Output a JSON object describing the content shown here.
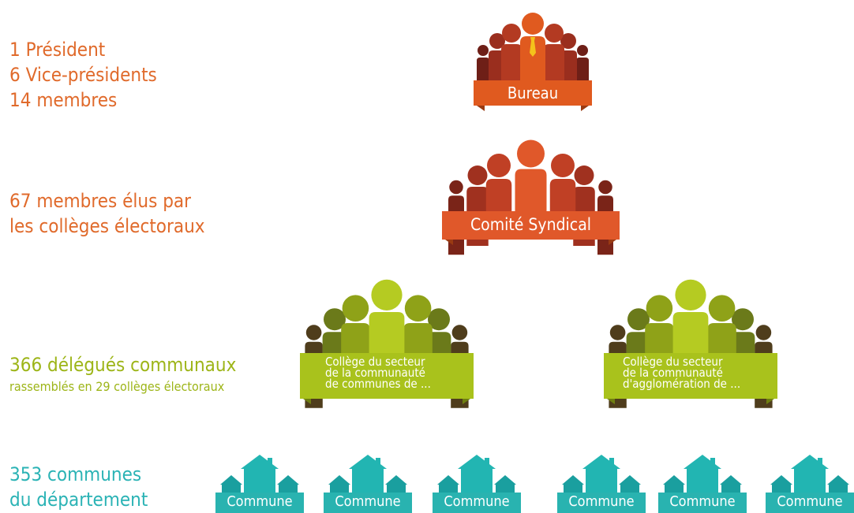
{
  "bureau": {
    "description_lines": [
      "1 Président",
      "6 Vice-présidents",
      "14 membres"
    ],
    "label": "Bureau",
    "tie_icon": "tie-icon"
  },
  "comite": {
    "description_lines": [
      "67 membres élus par",
      "les collèges électoraux"
    ],
    "label": "Comité Syndical"
  },
  "colleges": {
    "title": "366 délégués communaux",
    "subtitle": "rassemblés en 29 collèges électoraux",
    "items": [
      {
        "lines": [
          "Collège du secteur",
          "de la communauté",
          "de communes de ..."
        ]
      },
      {
        "lines": [
          "Collège du secteur",
          "de la communauté",
          "d'agglomération de ..."
        ]
      }
    ]
  },
  "communes": {
    "description_lines": [
      "353 communes",
      "du département"
    ],
    "items": [
      {
        "label": "Commune"
      },
      {
        "label": "Commune"
      },
      {
        "label": "Commune"
      },
      {
        "label": "Commune"
      },
      {
        "label": "Commune"
      },
      {
        "label": "Commune"
      }
    ]
  },
  "colors": {
    "orange_text": "#e06a2b",
    "bureau_banner": "#e05a1f",
    "bureau_figures": [
      "#6e1f17",
      "#9a2e1e",
      "#b33a22",
      "#e05a1f"
    ],
    "comite_banner": "#e0582a",
    "comite_figures": [
      "#7a2418",
      "#a0311f",
      "#c04025",
      "#e0582a"
    ],
    "green_text": "#9db518",
    "college_banner": "#a9c21c",
    "college_figures": [
      "#4f3d1c",
      "#6b7a1a",
      "#8fa218",
      "#b5cb22"
    ],
    "teal_text": "#2bb3b5",
    "commune_banner": "#29b3b0",
    "house_colors": [
      "#1a9f9f",
      "#22b5b2"
    ]
  }
}
